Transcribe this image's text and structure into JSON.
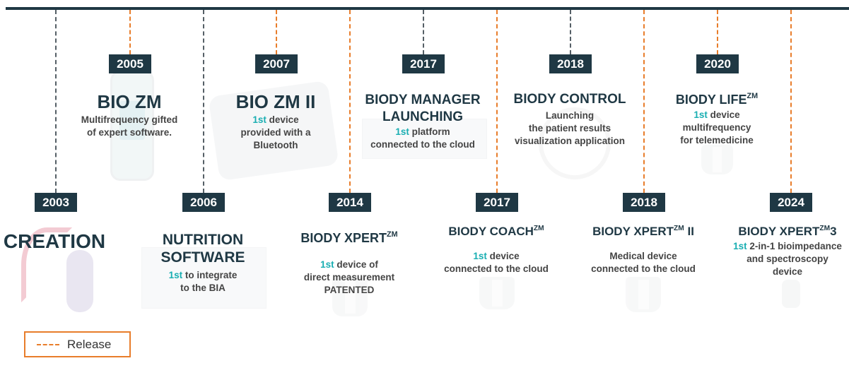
{
  "events": [
    {
      "year": "2003",
      "release": false,
      "title": "CREATION",
      "title_sup": "",
      "title_line2": "",
      "desc": []
    },
    {
      "year": "2005",
      "release": true,
      "title": "BIO ZM",
      "title_sup": "",
      "title_line2": "",
      "desc": [
        {
          "hl": "",
          "text": "Multifrequency gifted"
        },
        {
          "hl": "",
          "text": "of expert software."
        }
      ]
    },
    {
      "year": "2006",
      "release": false,
      "title": "NUTRITION",
      "title_sup": "",
      "title_line2": "SOFTWARE",
      "desc": [
        {
          "hl": "1st",
          "text": " to integrate"
        },
        {
          "hl": "",
          "text": "to the BIA"
        }
      ]
    },
    {
      "year": "2007",
      "release": true,
      "title": "BIO ZM II",
      "title_sup": "",
      "title_line2": "",
      "desc": [
        {
          "hl": "1st",
          "text": " device"
        },
        {
          "hl": "",
          "text": "provided with a"
        },
        {
          "hl": "",
          "text": "Bluetooth"
        }
      ]
    },
    {
      "year": "2014",
      "release": true,
      "title": "BIODY XPERT",
      "title_sup": "ZM",
      "title_line2": "",
      "desc": [
        {
          "hl": "1st",
          "text": " device of"
        },
        {
          "hl": "",
          "text": "direct measurement"
        },
        {
          "hl": "",
          "text": "PATENTED"
        }
      ]
    },
    {
      "year": "2017",
      "release": false,
      "title": "BIODY MANAGER",
      "title_sup": "",
      "title_line2": "LAUNCHING",
      "desc": [
        {
          "hl": "1st",
          "text": " platform"
        },
        {
          "hl": "",
          "text": "connected to the cloud"
        }
      ]
    },
    {
      "year": "2017",
      "release": true,
      "title": "BIODY COACH",
      "title_sup": "ZM",
      "title_line2": "",
      "desc": [
        {
          "hl": "1st",
          "text": " device"
        },
        {
          "hl": "",
          "text": "connected to the cloud"
        }
      ]
    },
    {
      "year": "2018",
      "release": false,
      "title": "BIODY CONTROL",
      "title_sup": "",
      "title_line2": "",
      "desc": [
        {
          "hl": "",
          "text": "Launching"
        },
        {
          "hl": "",
          "text": "the patient results"
        },
        {
          "hl": "",
          "text": "visualization application"
        }
      ]
    },
    {
      "year": "2018",
      "release": true,
      "title": "BIODY XPERT",
      "title_sup": "ZM",
      "title_line2": "",
      "title_suffix": " II",
      "desc": [
        {
          "hl": "",
          "text": "Medical device"
        },
        {
          "hl": "",
          "text": "connected to the cloud"
        }
      ]
    },
    {
      "year": "2020",
      "release": true,
      "title": "BIODY LIFE",
      "title_sup": "ZM",
      "title_line2": "",
      "desc": [
        {
          "hl": "1st",
          "text": " device"
        },
        {
          "hl": "",
          "text": "multifrequency"
        },
        {
          "hl": "",
          "text": "for telemedicine"
        }
      ]
    },
    {
      "year": "2024",
      "release": true,
      "title": "BIODY XPERT",
      "title_sup": "ZM",
      "title_line2": "",
      "title_suffix": "3",
      "desc": [
        {
          "hl": "1st",
          "text": " 2-in-1 bioimpedance"
        },
        {
          "hl": "",
          "text": "and spectroscopy"
        },
        {
          "hl": "",
          "text": "device"
        }
      ]
    }
  ],
  "legend": {
    "label": "Release"
  },
  "colors": {
    "dark": "#1f3844",
    "release": "#e87d2b",
    "other": "#555f66",
    "highlight": "#19aeb2"
  }
}
